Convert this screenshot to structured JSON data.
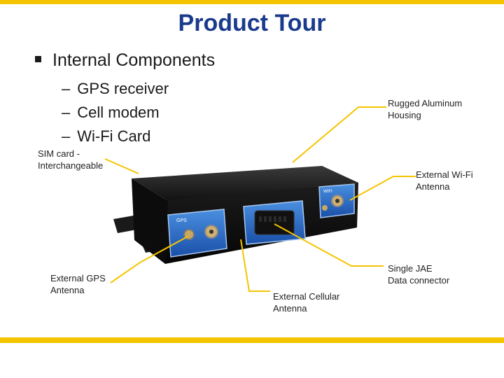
{
  "slide": {
    "title": "Product Tour",
    "bullet": "Internal Components",
    "sub_items": [
      {
        "label": "GPS receiver"
      },
      {
        "label": "Cell modem"
      },
      {
        "label": "Wi-Fi Card"
      }
    ],
    "callouts": {
      "housing": "Rugged Aluminum\nHousing",
      "sim": "SIM card -\nInterchangeable",
      "wifi_antenna": "External Wi-Fi\nAntenna",
      "gps_antenna": "External GPS\nAntenna",
      "data_connector": "Single JAE\nData connector",
      "cellular_antenna": "External Cellular\nAntenna"
    },
    "device_labels": {
      "gps": "GPS",
      "wifi": "WIFI"
    },
    "accent_color": "#f5c400",
    "title_color": "#1a3a8c"
  }
}
